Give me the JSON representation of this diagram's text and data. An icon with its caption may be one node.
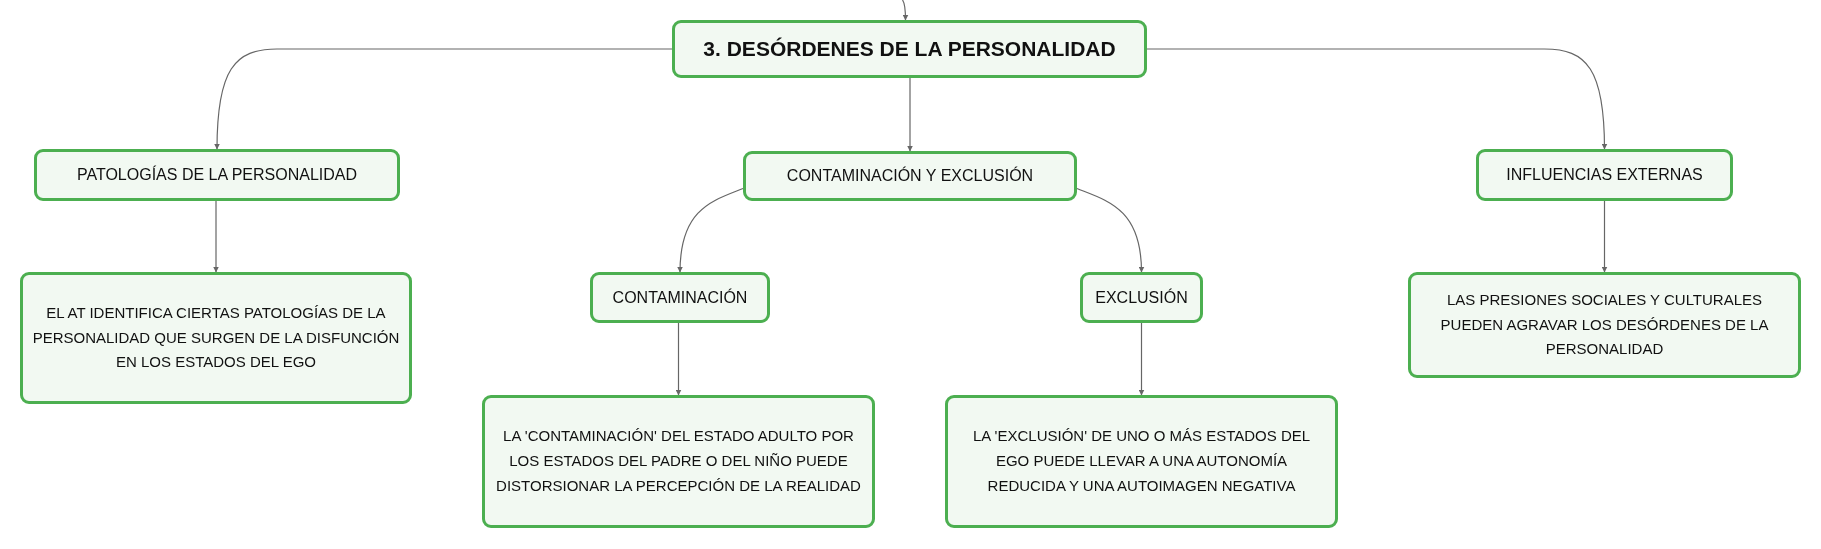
{
  "diagram": {
    "nodes": [
      {
        "text": [
          "3. DESÓRDENES DE LA PERSONALIDAD"
        ]
      },
      {
        "text": [
          "PATOLOGÍAS DE LA PERSONALIDAD"
        ]
      },
      {
        "text": [
          "CONTAMINACIÓN Y EXCLUSIÓN"
        ]
      },
      {
        "text": [
          "INFLUENCIAS EXTERNAS"
        ]
      },
      {
        "text": [
          "EL AT IDENTIFICA CIERTAS PATOLOGÍAS DE LA PERSONALIDAD QUE SURGEN DE LA DISFUNCIÓN EN LOS ESTADOS DEL EGO"
        ]
      },
      {
        "text": [
          "CONTAMINACIÓN"
        ]
      },
      {
        "text": [
          "EXCLUSIÓN"
        ]
      },
      {
        "text": [
          "LAS PRESIONES SOCIALES Y CULTURALES PUEDEN AGRAVAR LOS DESÓRDENES DE LA PERSONALIDAD"
        ]
      },
      {
        "text": [
          "LA 'CONTAMINACIÓN' DEL ESTADO ADULTO POR LOS ESTADOS DEL PADRE O DEL NIÑO PUEDE DISTORSIONAR LA PERCEPCIÓN DE LA REALIDAD"
        ]
      },
      {
        "text": [
          "LA 'EXCLUSIÓN' DE UNO O MÁS ESTADOS DEL EGO PUEDE LLEVAR A UNA AUTONOMÍA REDUCIDA Y UNA AUTOIMAGEN NEGATIVA"
        ]
      }
    ],
    "edges": [
      {
        "from": null,
        "to": 0,
        "arrow": "to"
      },
      {
        "from": 0,
        "to": 1,
        "arrow": "to"
      },
      {
        "from": 0,
        "to": 2,
        "arrow": "to"
      },
      {
        "from": 0,
        "to": 3,
        "arrow": "to"
      },
      {
        "from": 1,
        "to": 4,
        "arrow": "to"
      },
      {
        "from": 2,
        "to": 5,
        "arrow": "to"
      },
      {
        "from": 2,
        "to": 6,
        "arrow": "to"
      },
      {
        "from": 3,
        "to": 7,
        "arrow": "to"
      },
      {
        "from": 5,
        "to": 8,
        "arrow": "to"
      },
      {
        "from": 6,
        "to": 9,
        "arrow": "to"
      }
    ]
  }
}
